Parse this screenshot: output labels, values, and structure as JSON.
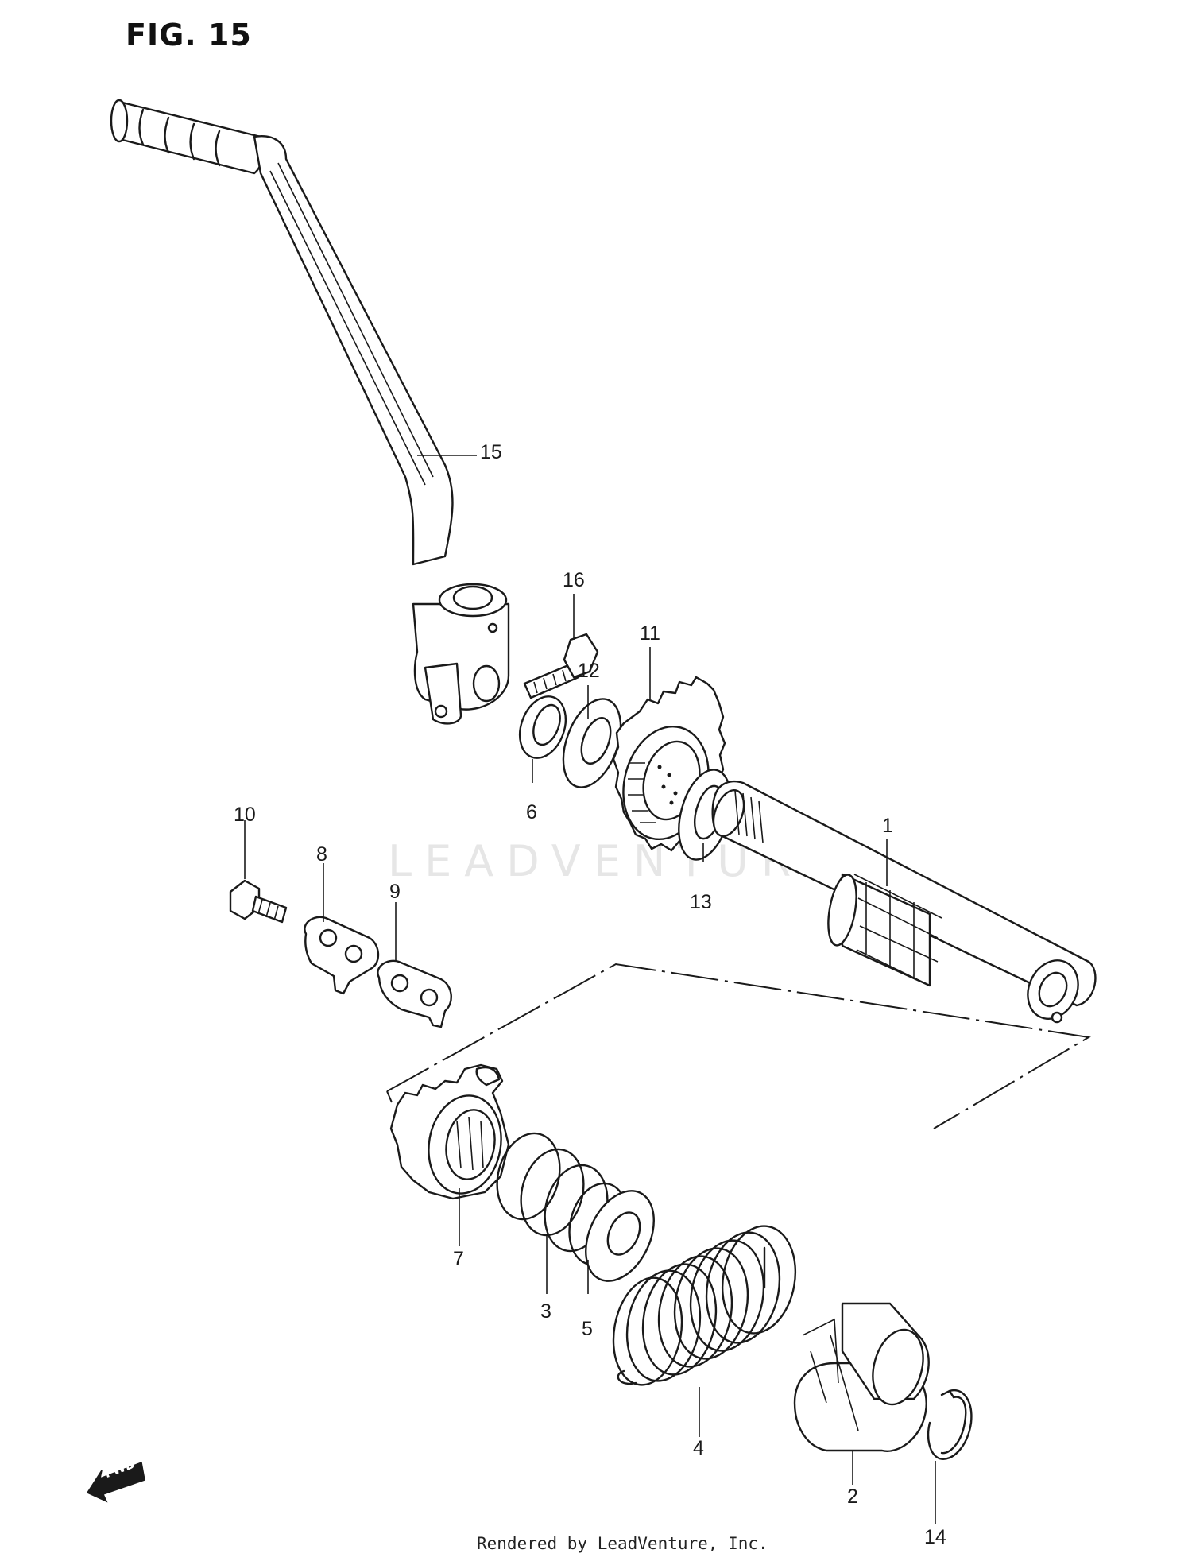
{
  "figure": {
    "title": "FIG. 15",
    "watermark": "LEADVENTURE",
    "footer": "Rendered by LeadVenture, Inc.",
    "direction_marker": "FWD"
  },
  "callouts": [
    {
      "id": "1",
      "label": "1"
    },
    {
      "id": "2",
      "label": "2"
    },
    {
      "id": "3",
      "label": "3"
    },
    {
      "id": "4",
      "label": "4"
    },
    {
      "id": "5",
      "label": "5"
    },
    {
      "id": "6",
      "label": "6"
    },
    {
      "id": "7",
      "label": "7"
    },
    {
      "id": "8",
      "label": "8"
    },
    {
      "id": "9",
      "label": "9"
    },
    {
      "id": "10",
      "label": "10"
    },
    {
      "id": "11",
      "label": "11"
    },
    {
      "id": "12",
      "label": "12"
    },
    {
      "id": "13",
      "label": "13"
    },
    {
      "id": "14",
      "label": "14"
    },
    {
      "id": "15",
      "label": "15"
    },
    {
      "id": "16",
      "label": "16"
    }
  ]
}
